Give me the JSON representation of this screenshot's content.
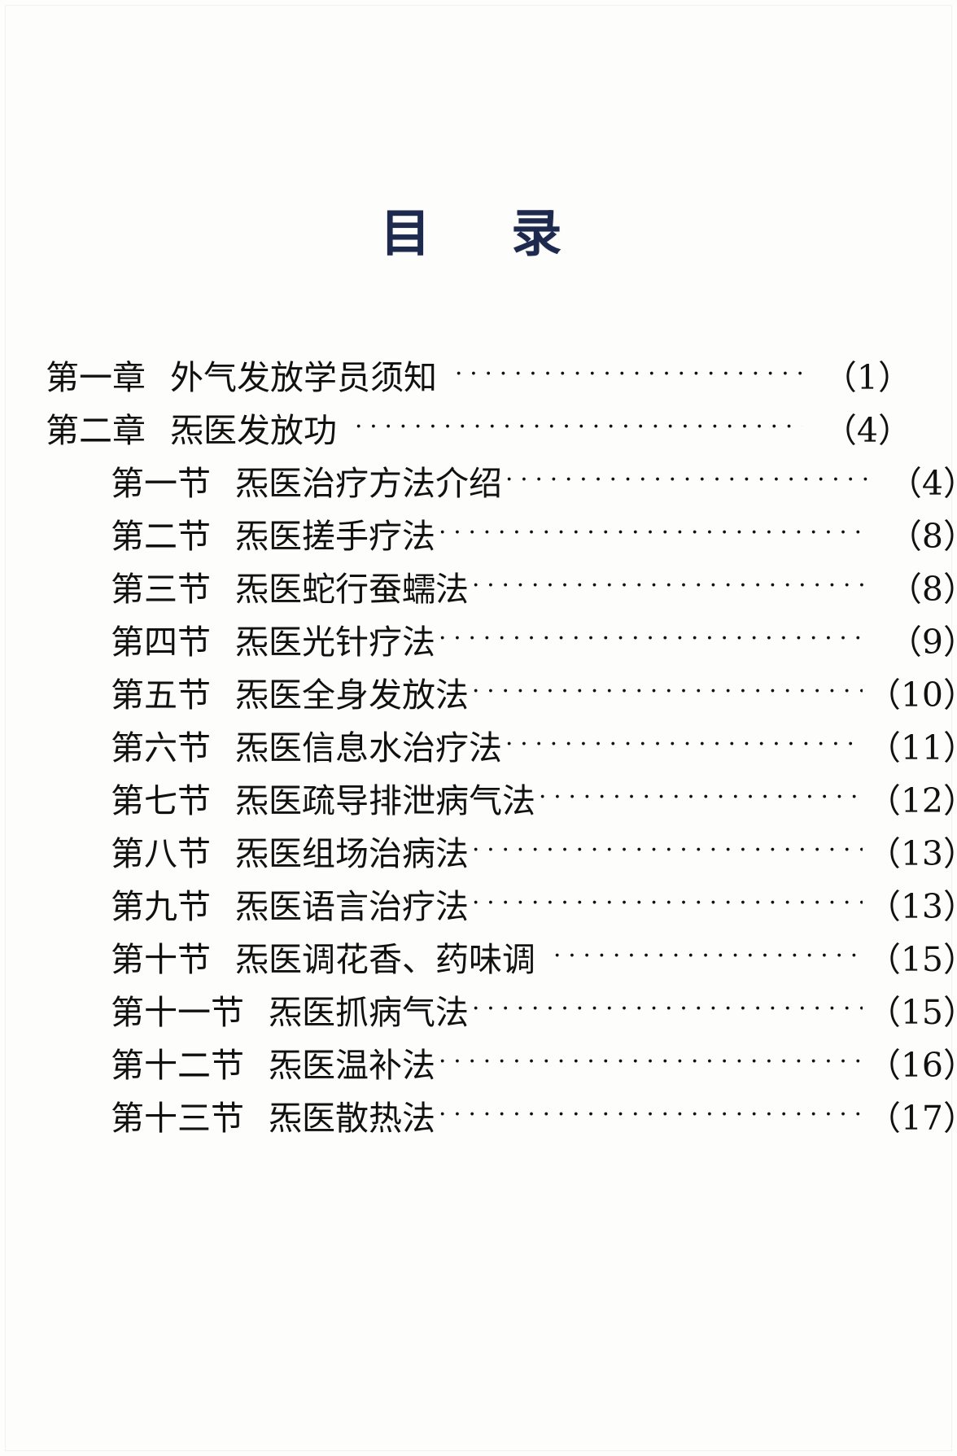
{
  "page": {
    "title": "目　录",
    "title_color": "#1d2a4d",
    "text_color": "#111111",
    "background_color": "#fdfdfb",
    "leader_char": "·"
  },
  "toc": {
    "entries": [
      {
        "level": "chapter",
        "number": "第一章",
        "label": "外气发放学员须知",
        "page": "（1）",
        "pre_gap": true
      },
      {
        "level": "chapter",
        "number": "第二章",
        "label": "炁医发放功",
        "page": "（4）",
        "pre_gap": true
      },
      {
        "level": "section",
        "number": "第一节",
        "label": "炁医治疗方法介绍",
        "page": "（4）",
        "pre_gap": false
      },
      {
        "level": "section",
        "number": "第二节",
        "label": "炁医搓手疗法",
        "page": "（8）",
        "pre_gap": false
      },
      {
        "level": "section",
        "number": "第三节",
        "label": "炁医蛇行蚕蠕法",
        "page": "（8）",
        "pre_gap": false
      },
      {
        "level": "section",
        "number": "第四节",
        "label": "炁医光针疗法",
        "page": "（9）",
        "pre_gap": false
      },
      {
        "level": "section",
        "number": "第五节",
        "label": "炁医全身发放法",
        "page": "（10）",
        "pre_gap": false
      },
      {
        "level": "section",
        "number": "第六节",
        "label": "炁医信息水治疗法",
        "page": "（11）",
        "pre_gap": false
      },
      {
        "level": "section",
        "number": "第七节",
        "label": "炁医疏导排泄病气法",
        "page": "（12）",
        "pre_gap": false
      },
      {
        "level": "section",
        "number": "第八节",
        "label": "炁医组场治病法",
        "page": "（13）",
        "pre_gap": false
      },
      {
        "level": "section",
        "number": "第九节",
        "label": "炁医语言治疗法",
        "page": "（13）",
        "pre_gap": false
      },
      {
        "level": "section",
        "number": "第十节",
        "label": "炁医调花香、药味调",
        "page": "（15）",
        "pre_gap": true
      },
      {
        "level": "section",
        "number": "第十一节",
        "label": "炁医抓病气法",
        "page": "（15）",
        "pre_gap": false
      },
      {
        "level": "section",
        "number": "第十二节",
        "label": "炁医温补法",
        "page": "（16）",
        "pre_gap": false
      },
      {
        "level": "section",
        "number": "第十三节",
        "label": "炁医散热法",
        "page": "（17）",
        "pre_gap": false
      }
    ]
  }
}
